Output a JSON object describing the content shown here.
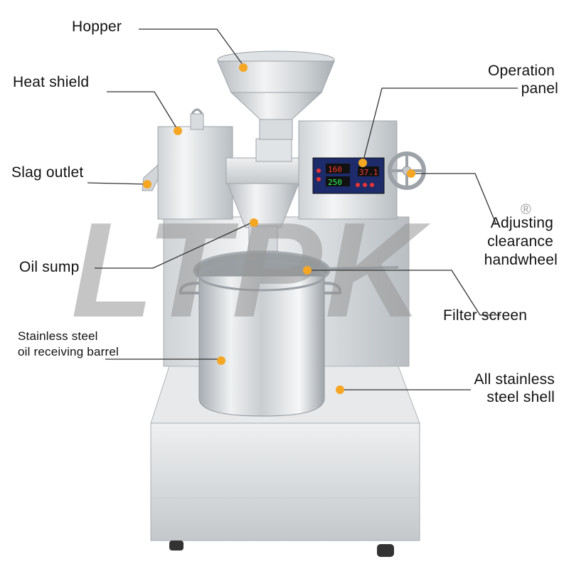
{
  "watermark": "LTPK",
  "registered_mark": "®",
  "accent_color": "#f5a623",
  "line_color": "#333333",
  "panel_display": {
    "top_value": "160",
    "right_value": "37.1",
    "bottom_value": "250"
  },
  "labels": {
    "hopper": "Hopper",
    "heat_shield": "Heat shield",
    "slag_outlet": "Slag outlet",
    "oil_sump": "Oil sump",
    "barrel_line1": "Stainless steel",
    "barrel_line2": "oil receiving barrel",
    "operation_line1": "Operation",
    "operation_line2": "panel",
    "handwheel_line1": "Adjusting",
    "handwheel_line2": "clearance",
    "handwheel_line3": "handwheel",
    "filter_screen": "Filter screen",
    "shell_line1": "All stainless",
    "shell_line2": "steel shell"
  }
}
